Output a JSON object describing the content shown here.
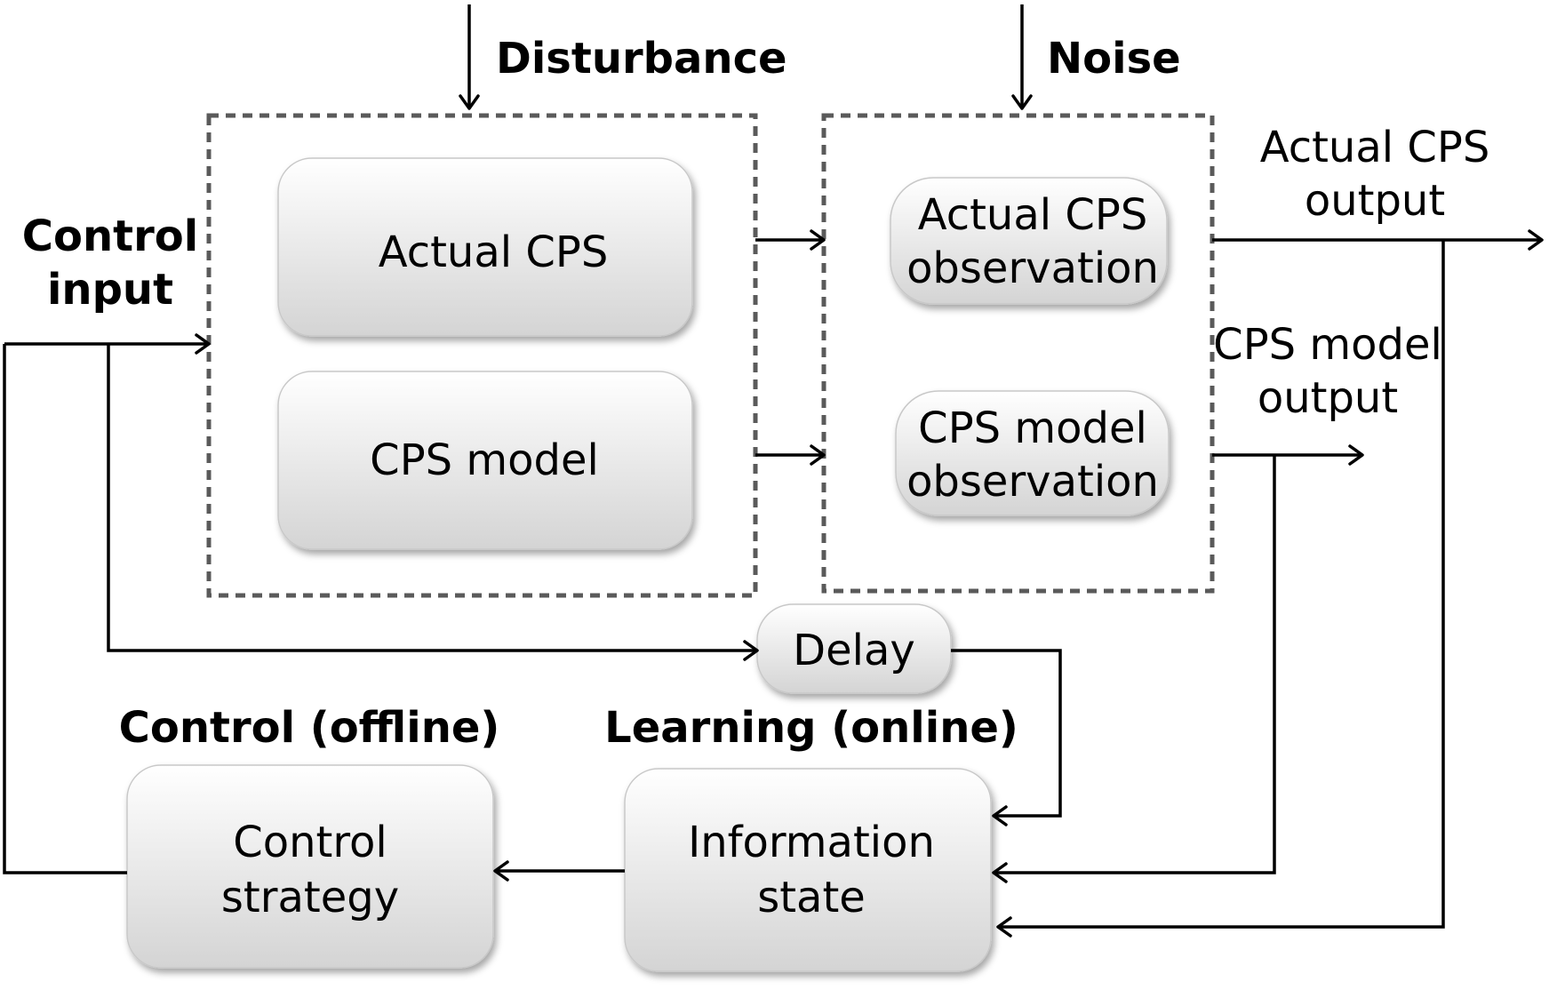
{
  "inputs": {
    "disturbance": "Disturbance",
    "noise": "Noise",
    "control_input_line1": "Control",
    "control_input_line2": "input"
  },
  "outputs": {
    "actual_output_line1": "Actual CPS",
    "actual_output_line2": "output",
    "model_output_line1": "CPS model",
    "model_output_line2": "output"
  },
  "system_group": {
    "actual_cps": "Actual CPS",
    "cps_model": "CPS model"
  },
  "observation_group": {
    "actual_obs_line1": "Actual CPS",
    "actual_obs_line2": "observation",
    "model_obs_line1": "CPS model",
    "model_obs_line2": "observation"
  },
  "delay": "Delay",
  "control": {
    "heading": "Control (offline)",
    "box_line1": "Control",
    "box_line2": "strategy"
  },
  "learning": {
    "heading": "Learning (online)",
    "box_line1": "Information",
    "box_line2": "state"
  },
  "colors": {
    "box_fill_top": "#ffffff",
    "box_fill_bottom": "#d6d6d6",
    "dashed_border": "#5a5a5a",
    "line": "#000000"
  }
}
